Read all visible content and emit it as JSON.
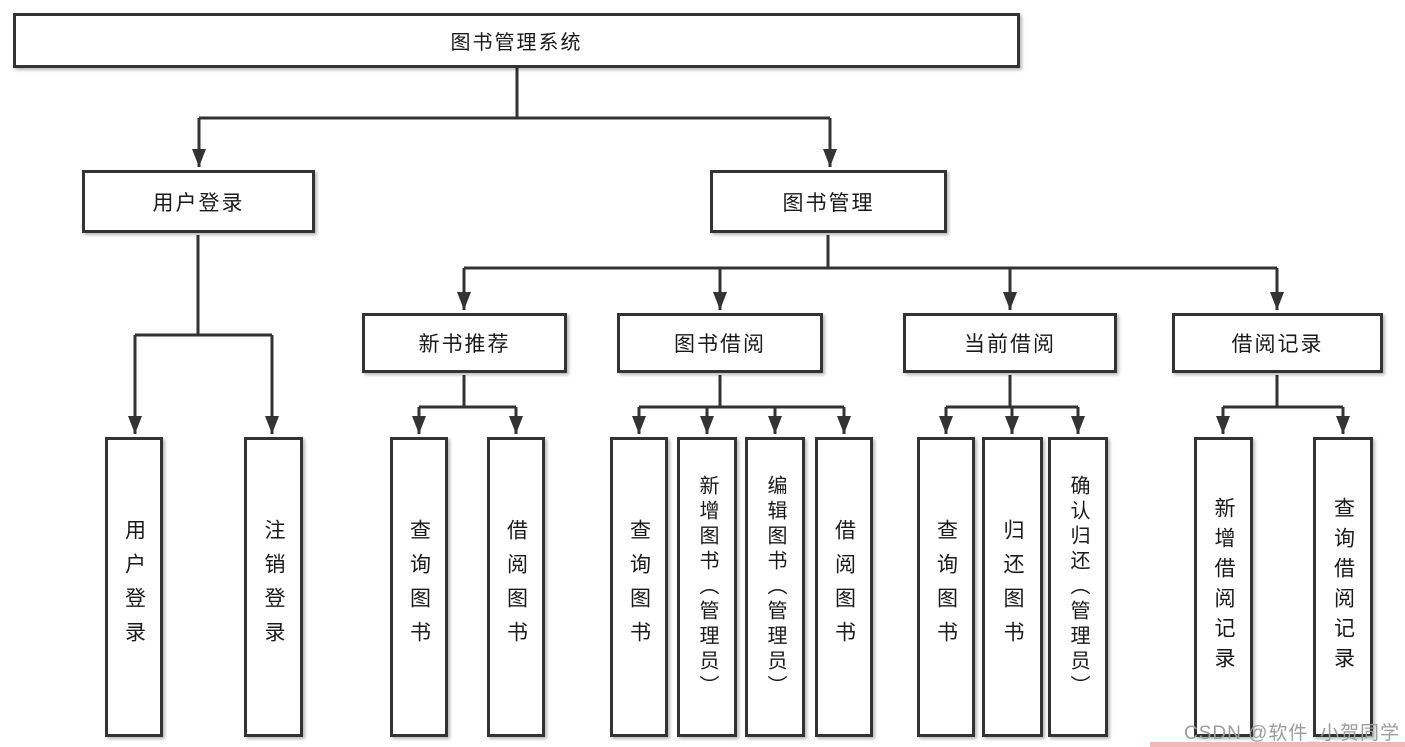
{
  "diagram": {
    "root": "图书管理系统",
    "level2": [
      "用户登录",
      "图书管理"
    ],
    "level3": [
      "新书推荐",
      "图书借阅",
      "当前借阅",
      "借阅记录"
    ],
    "leaves": {
      "userLogin": [
        "用户登录",
        "注销登录"
      ],
      "newBook": [
        "查询图书",
        "借阅图书"
      ],
      "bookBorrow": [
        "查询图书",
        "新增图书（管理员）",
        "编辑图书（管理员）",
        "借阅图书"
      ],
      "currentBorrow": [
        "查询图书",
        "归还图书",
        "确认归还（管理员）"
      ],
      "borrowRecords": [
        "新增借阅记录",
        "查询借阅记录"
      ]
    }
  },
  "watermark": {
    "text": "CSDN @软件_小贺同学"
  },
  "colors": {
    "line": "#333333",
    "border": "#333333",
    "background": "#ffffff",
    "text": "#1a1a1a",
    "watermark_text": "#9c9c9c",
    "watermark_strip": "#f0b8b6"
  }
}
